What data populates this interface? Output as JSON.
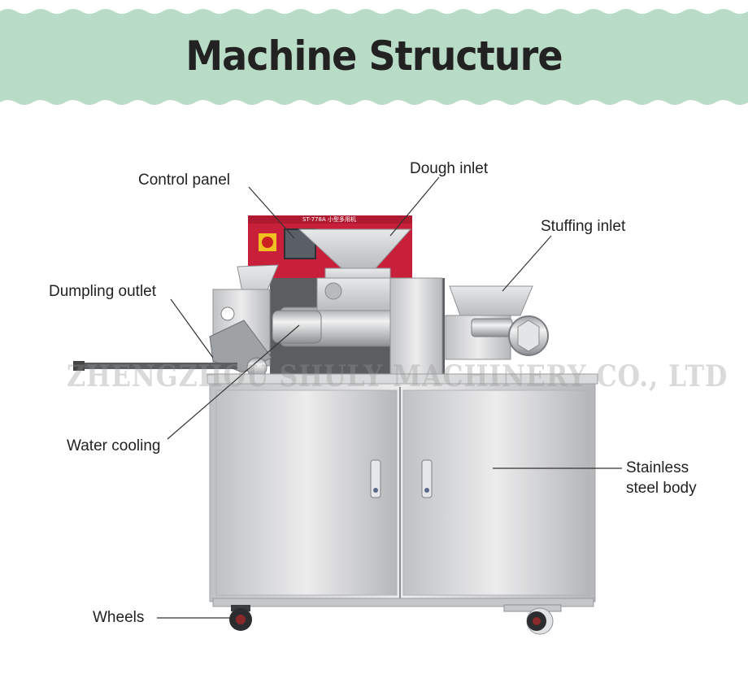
{
  "title": "Machine Structure",
  "watermark": "ZHENGZHOU SHULY MACHINERY CO., LTD",
  "panel_text": "ST-778A 小型多用机",
  "colors": {
    "header_band": "#b9dcc6",
    "panel_red": "#c8203a",
    "steel": "#cfd1d3",
    "leader": "#333333"
  },
  "labels": {
    "control_panel": "Control panel",
    "dough_inlet": "Dough inlet",
    "stuffing_inlet": "Stuffing inlet",
    "dumpling_outlet": "Dumpling outlet",
    "water_cooling": "Water cooling",
    "stainless_line1": "Stainless",
    "stainless_line2": "steel body",
    "wheels": "Wheels"
  }
}
